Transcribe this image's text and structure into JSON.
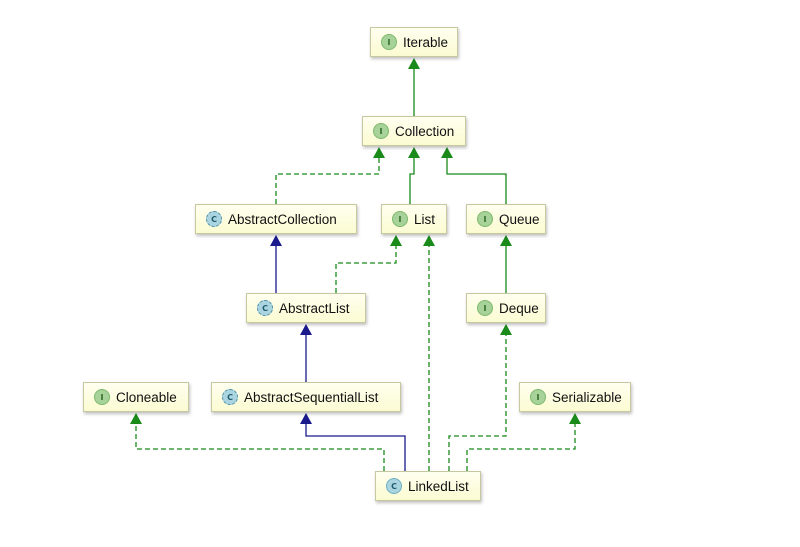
{
  "colors": {
    "interface_edge": "#1a8a1a",
    "extends_edge": "#1a1a8c",
    "interface_badge": "#a7d39a",
    "class_badge": "#a9d4e0"
  },
  "nodes": [
    {
      "id": "iterable",
      "label": "Iterable",
      "kind": "interface",
      "badge": "I"
    },
    {
      "id": "collection",
      "label": "Collection",
      "kind": "interface",
      "badge": "I"
    },
    {
      "id": "abstract-collection",
      "label": "AbstractCollection",
      "kind": "abstract-class",
      "badge": "C"
    },
    {
      "id": "list",
      "label": "List",
      "kind": "interface",
      "badge": "I"
    },
    {
      "id": "queue",
      "label": "Queue",
      "kind": "interface",
      "badge": "I"
    },
    {
      "id": "abstract-list",
      "label": "AbstractList",
      "kind": "abstract-class",
      "badge": "C"
    },
    {
      "id": "deque",
      "label": "Deque",
      "kind": "interface",
      "badge": "I"
    },
    {
      "id": "cloneable",
      "label": "Cloneable",
      "kind": "interface",
      "badge": "I"
    },
    {
      "id": "abstract-sequential-list",
      "label": "AbstractSequentialList",
      "kind": "abstract-class",
      "badge": "C"
    },
    {
      "id": "serializable",
      "label": "Serializable",
      "kind": "interface",
      "badge": "I"
    },
    {
      "id": "linked-list",
      "label": "LinkedList",
      "kind": "class",
      "badge": "C"
    }
  ],
  "edges": [
    {
      "from": "collection",
      "to": "iterable",
      "type": "extends-interface"
    },
    {
      "from": "abstract-collection",
      "to": "collection",
      "type": "implements"
    },
    {
      "from": "list",
      "to": "collection",
      "type": "extends-interface"
    },
    {
      "from": "queue",
      "to": "collection",
      "type": "extends-interface"
    },
    {
      "from": "abstract-list",
      "to": "abstract-collection",
      "type": "extends"
    },
    {
      "from": "abstract-list",
      "to": "list",
      "type": "implements"
    },
    {
      "from": "deque",
      "to": "queue",
      "type": "extends-interface"
    },
    {
      "from": "abstract-sequential-list",
      "to": "abstract-list",
      "type": "extends"
    },
    {
      "from": "linked-list",
      "to": "abstract-sequential-list",
      "type": "extends"
    },
    {
      "from": "linked-list",
      "to": "cloneable",
      "type": "implements"
    },
    {
      "from": "linked-list",
      "to": "list",
      "type": "implements"
    },
    {
      "from": "linked-list",
      "to": "deque",
      "type": "implements"
    },
    {
      "from": "linked-list",
      "to": "serializable",
      "type": "implements"
    }
  ]
}
